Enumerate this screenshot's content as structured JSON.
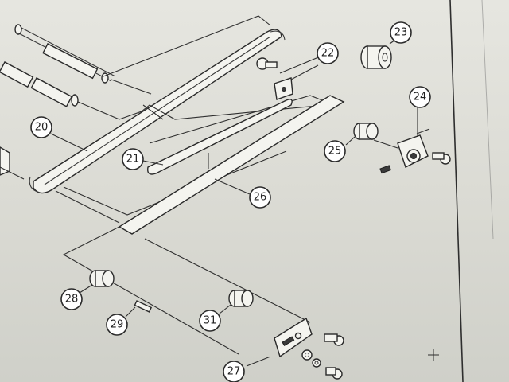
{
  "callouts": [
    {
      "id": "23",
      "label": "23"
    },
    {
      "id": "22",
      "label": "22"
    },
    {
      "id": "24",
      "label": "24"
    },
    {
      "id": "20",
      "label": "20"
    },
    {
      "id": "25",
      "label": "25"
    },
    {
      "id": "21",
      "label": "21"
    },
    {
      "id": "26",
      "label": "26"
    },
    {
      "id": "28",
      "label": "28"
    },
    {
      "id": "29",
      "label": "29"
    },
    {
      "id": "31",
      "label": "31"
    },
    {
      "id": "27",
      "label": "27"
    }
  ]
}
